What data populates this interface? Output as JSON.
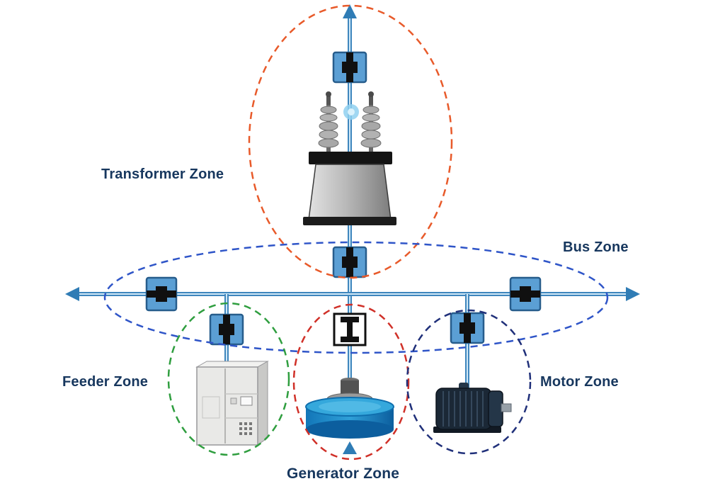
{
  "diagram": {
    "line_color": "#3f86bd",
    "line_highlight": "#cfe8f7",
    "arrow_color": "#2f7cb5",
    "label_color": "#17375e"
  },
  "zones": {
    "transformer": {
      "label": "Transformer Zone",
      "color": "#e85a2a"
    },
    "bus": {
      "label": "Bus Zone",
      "color": "#2f55c8"
    },
    "feeder": {
      "label": "Feeder Zone",
      "color": "#2f9e3f"
    },
    "generator": {
      "label": "Generator Zone",
      "color": "#d03028"
    },
    "motor": {
      "label": "Motor Zone",
      "color": "#20307a"
    }
  }
}
